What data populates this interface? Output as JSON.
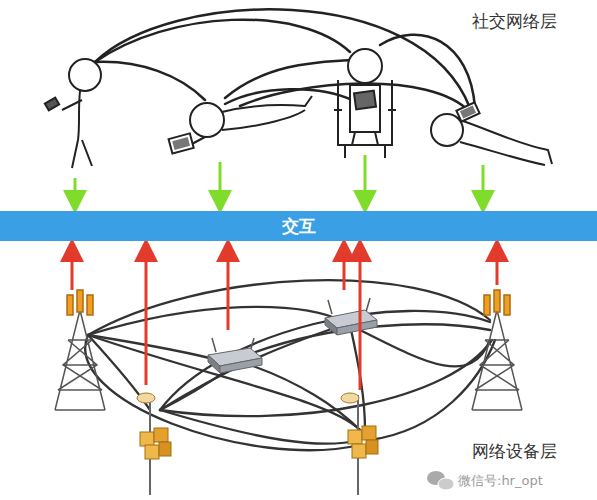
{
  "diagram": {
    "nodes": [
      {
        "text": [
          "交互"
        ]
      }
    ],
    "labels": [
      "社交网络层",
      "网络设备层",
      "微信号:hr_opt"
    ]
  }
}
